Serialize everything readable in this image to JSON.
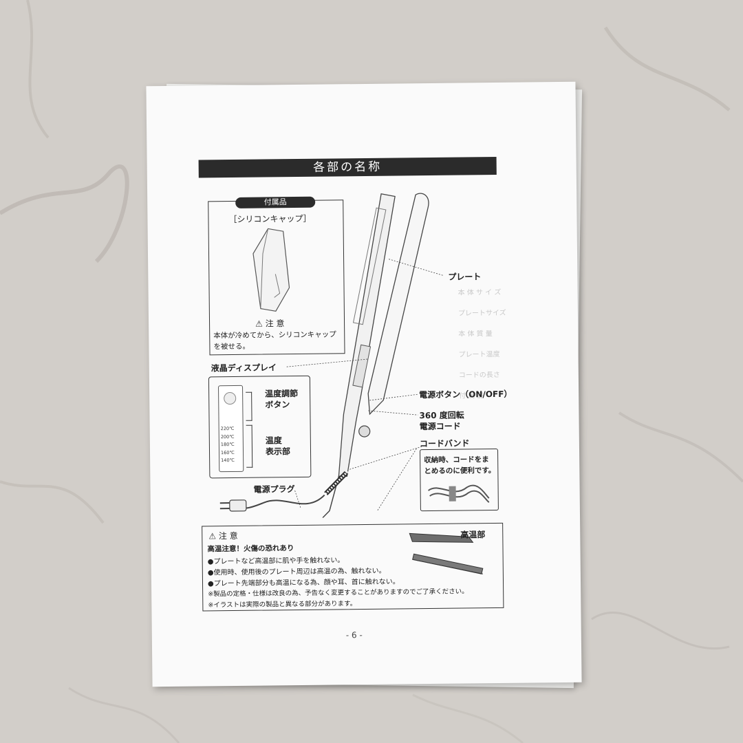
{
  "manual": {
    "title": "各部の名称",
    "accessory": {
      "badge": "付属品",
      "item": "［シリコンキャップ］",
      "caution_title": "注 意",
      "caution_line1": "本体が冷めてから、シリコンキャップ",
      "caution_line2": "を被せる。"
    },
    "labels": {
      "plate": "プレート",
      "lcd": "液晶ディスプレイ",
      "temp_button_1": "温度調節",
      "temp_button_2": "ボタン",
      "temp_display_1": "温度",
      "temp_display_2": "表示部",
      "power_button": "電源ボタン（ON/OFF）",
      "cord_1": "360 度回転",
      "cord_2": "電源コード",
      "cord_band": "コードバンド",
      "plug": "電源プラグ",
      "high_temp": "高温部"
    },
    "temps": [
      "220℃",
      "200℃",
      "180℃",
      "160℃",
      "140℃"
    ],
    "cord_band_note": {
      "line1": "収納時、コードをま",
      "line2": "とめるのに便利です。"
    },
    "caution": {
      "title": "注 意",
      "heading": "高温注意！火傷の恐れあり",
      "items": [
        "●プレートなど高温部に肌や手を触れない。",
        "●使用時、使用後のプレート周辺は高温の為、触れない。",
        "●プレート先端部分も高温になる為、顔や耳、首に触れない。"
      ],
      "notes": [
        "※製品の定格・仕様は改良の為、予告なく変更することがありますのでご了承ください。",
        "※イラストは実際の製品と異なる部分があります。"
      ]
    },
    "page_number": "- 6 -"
  },
  "bleed_through": [
    "本 体 サ イ ズ",
    "プレートサイズ",
    "本 体 質 量",
    "プレート温度",
    "コードの長さ",
    "付 属 品"
  ]
}
